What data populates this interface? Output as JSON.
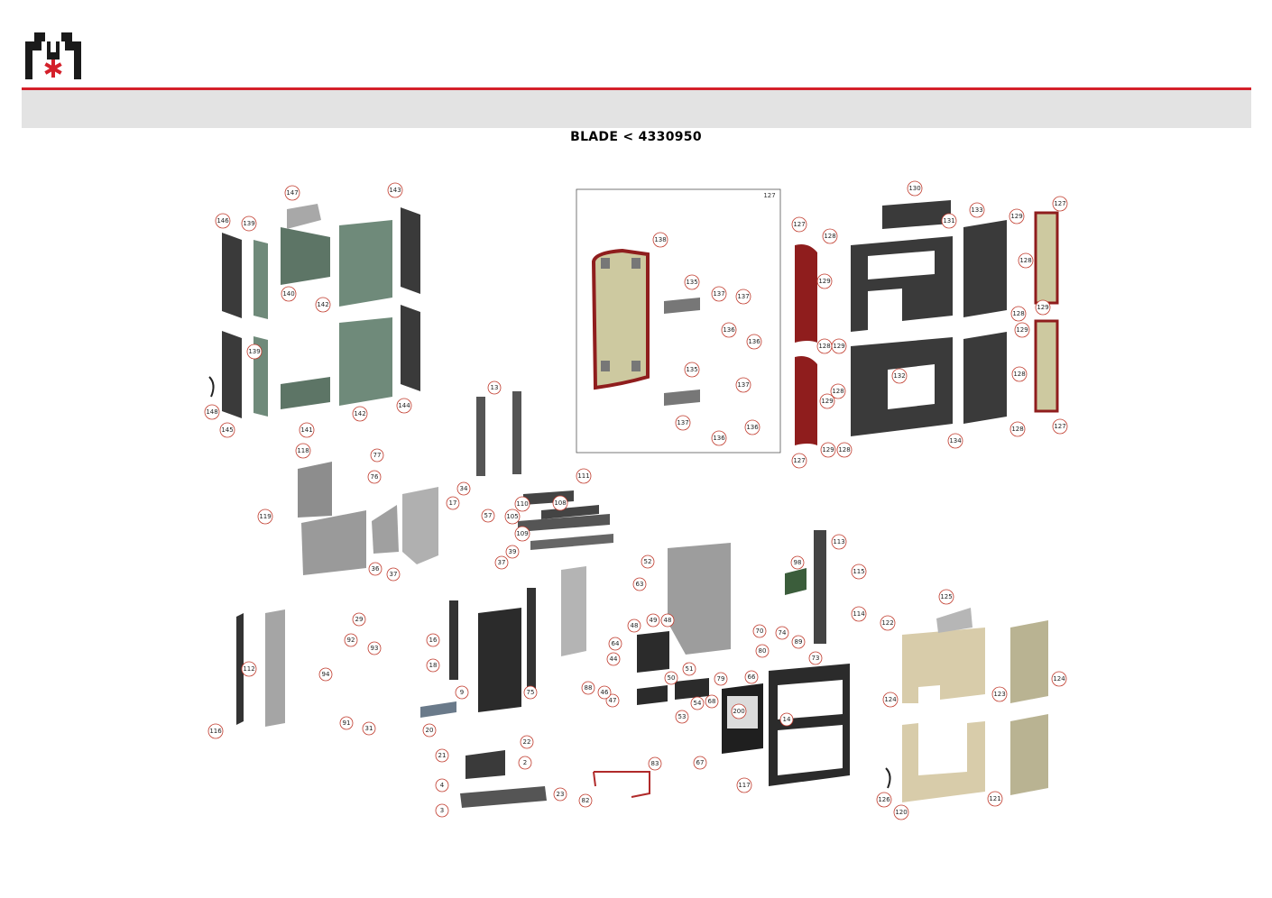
{
  "header": {
    "title": "BLADE < 4330950",
    "brand_color": "#d4202a",
    "band_color": "#e3e3e3",
    "logo_icon": "factory-roof-asterisk-logo"
  },
  "diagram": {
    "inset_label": "127",
    "callouts": [
      "146",
      "139",
      "147",
      "143",
      "140",
      "142",
      "139",
      "148",
      "145",
      "141",
      "142",
      "144",
      "138",
      "135",
      "137",
      "137",
      "136",
      "136",
      "135",
      "137",
      "137",
      "136",
      "136",
      "127",
      "130",
      "131",
      "133",
      "129",
      "127",
      "128",
      "128",
      "129",
      "128",
      "128",
      "129",
      "132",
      "129",
      "128",
      "129",
      "128",
      "134",
      "128",
      "129",
      "127",
      "127",
      "129",
      "128",
      "13",
      "118",
      "77",
      "76",
      "119",
      "34",
      "17",
      "57",
      "36",
      "37",
      "110",
      "105",
      "108",
      "109",
      "111",
      "39",
      "37",
      "29",
      "16",
      "92",
      "93",
      "94",
      "91",
      "31",
      "112",
      "116",
      "20",
      "18",
      "9",
      "21",
      "75",
      "22",
      "23",
      "3",
      "4",
      "2",
      "44",
      "48",
      "49",
      "48",
      "63",
      "52",
      "64",
      "50",
      "51",
      "47",
      "88",
      "46",
      "54",
      "53",
      "82",
      "83",
      "67",
      "79",
      "68",
      "66",
      "80",
      "73",
      "70",
      "74",
      "89",
      "98",
      "113",
      "115",
      "114",
      "200",
      "117",
      "14",
      "125",
      "122",
      "124",
      "123",
      "124",
      "126",
      "120",
      "121"
    ],
    "colors": {
      "callout_ring": "#c0392b",
      "panel_dark": "#3a3a3a",
      "panel_green": "#6f8a7a",
      "panel_red": "#8f1d1d",
      "panel_beige": "#d8ccaa",
      "panel_sage": "#b9b392",
      "inset_body": "#cdc9a0"
    }
  }
}
